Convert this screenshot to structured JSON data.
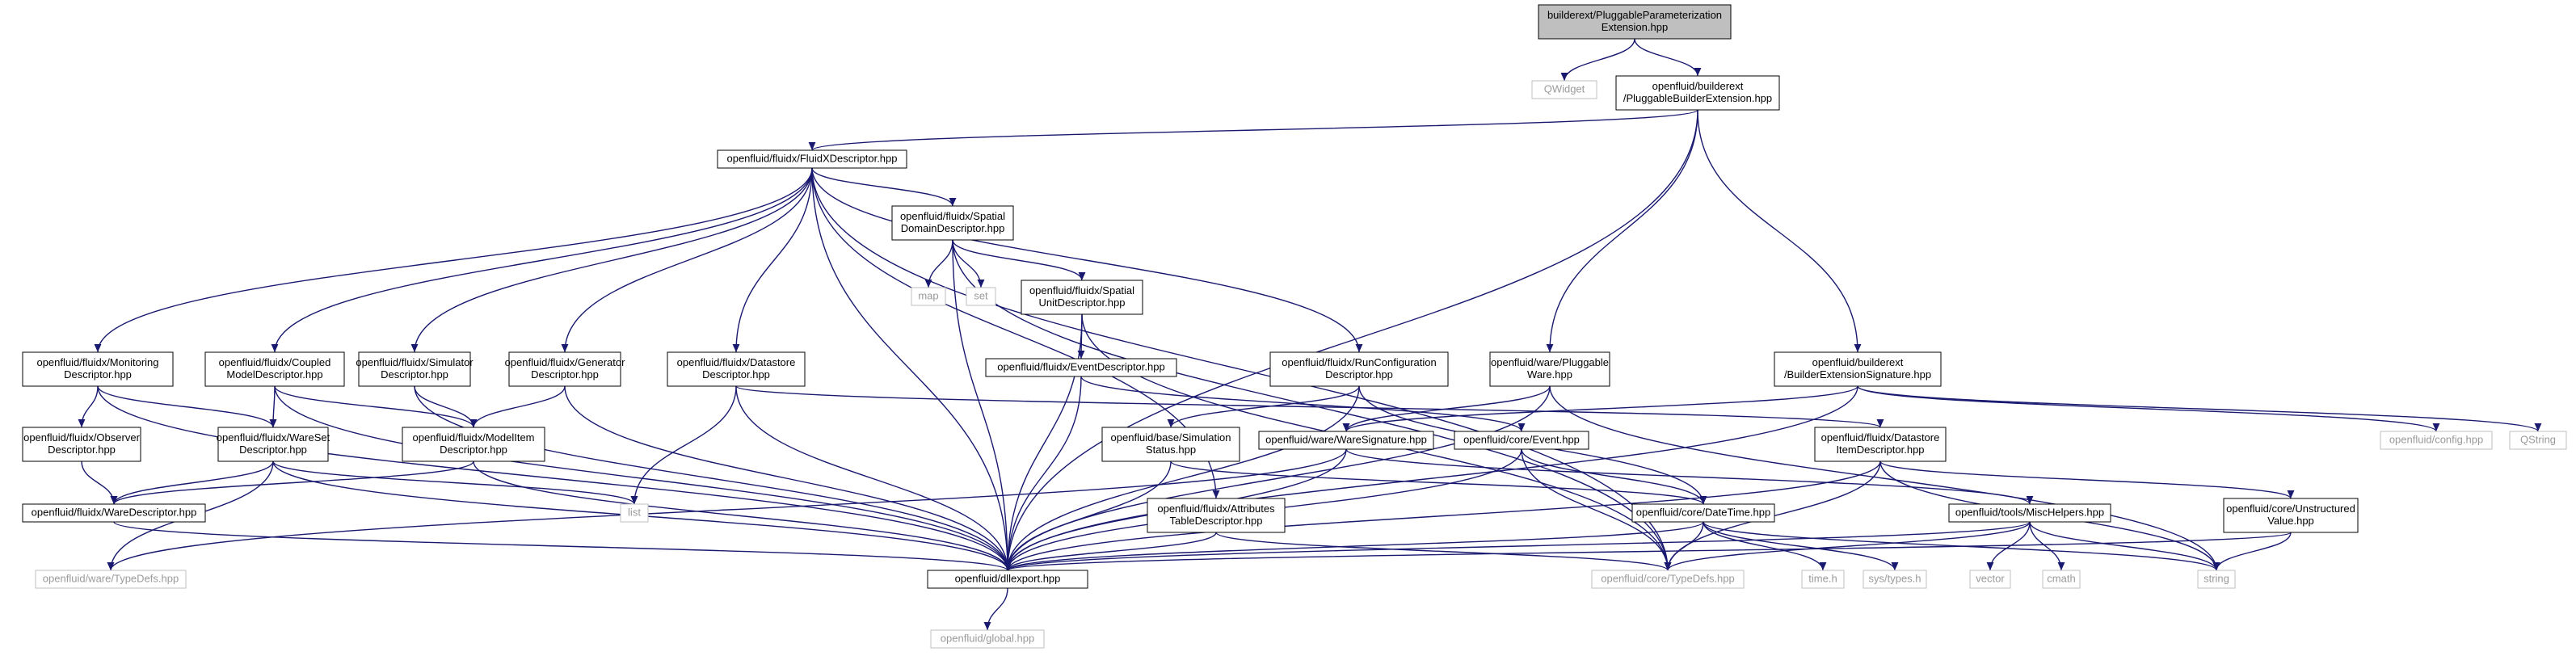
{
  "colors": {
    "edge": "#191970",
    "node_border": "#000000",
    "external_border": "#bfbfbf",
    "root_fill": "#bfbfbf",
    "background": "#ffffff"
  },
  "nodes": [
    {
      "id": "root",
      "kind": "root",
      "lines": [
        "builderext/PluggableParameterization",
        "Extension.hpp"
      ]
    },
    {
      "id": "qwidget",
      "kind": "external",
      "lines": [
        "QWidget"
      ]
    },
    {
      "id": "pbe",
      "kind": "header",
      "lines": [
        "openfluid/builderext",
        "/PluggableBuilderExtension.hpp"
      ]
    },
    {
      "id": "fxd",
      "kind": "header",
      "lines": [
        "openfluid/fluidx/FluidXDescriptor.hpp"
      ]
    },
    {
      "id": "sdd",
      "kind": "header",
      "lines": [
        "openfluid/fluidx/Spatial",
        "DomainDescriptor.hpp"
      ]
    },
    {
      "id": "map",
      "kind": "external",
      "lines": [
        "map"
      ]
    },
    {
      "id": "set",
      "kind": "external",
      "lines": [
        "set"
      ]
    },
    {
      "id": "sud",
      "kind": "header",
      "lines": [
        "openfluid/fluidx/Spatial",
        "UnitDescriptor.hpp"
      ]
    },
    {
      "id": "evd",
      "kind": "header",
      "lines": [
        "openfluid/fluidx/EventDescriptor.hpp"
      ]
    },
    {
      "id": "mond",
      "kind": "header",
      "lines": [
        "openfluid/fluidx/Monitoring",
        "Descriptor.hpp"
      ]
    },
    {
      "id": "cmd",
      "kind": "header",
      "lines": [
        "openfluid/fluidx/Coupled",
        "ModelDescriptor.hpp"
      ]
    },
    {
      "id": "simd",
      "kind": "header",
      "lines": [
        "openfluid/fluidx/Simulator",
        "Descriptor.hpp"
      ]
    },
    {
      "id": "gend",
      "kind": "header",
      "lines": [
        "openfluid/fluidx/Generator",
        "Descriptor.hpp"
      ]
    },
    {
      "id": "dsd",
      "kind": "header",
      "lines": [
        "openfluid/fluidx/Datastore",
        "Descriptor.hpp"
      ]
    },
    {
      "id": "rcd",
      "kind": "header",
      "lines": [
        "openfluid/fluidx/RunConfiguration",
        "Descriptor.hpp"
      ]
    },
    {
      "id": "pw",
      "kind": "header",
      "lines": [
        "openfluid/ware/Pluggable",
        "Ware.hpp"
      ]
    },
    {
      "id": "bes",
      "kind": "header",
      "lines": [
        "openfluid/builderext",
        "/BuilderExtensionSignature.hpp"
      ]
    },
    {
      "id": "config",
      "kind": "external",
      "lines": [
        "openfluid/config.hpp"
      ]
    },
    {
      "id": "qstring",
      "kind": "external",
      "lines": [
        "QString"
      ]
    },
    {
      "id": "obsd",
      "kind": "header",
      "lines": [
        "openfluid/fluidx/Observer",
        "Descriptor.hpp"
      ]
    },
    {
      "id": "wsd",
      "kind": "header",
      "lines": [
        "openfluid/fluidx/WareSet",
        "Descriptor.hpp"
      ]
    },
    {
      "id": "mid",
      "kind": "header",
      "lines": [
        "openfluid/fluidx/ModelItem",
        "Descriptor.hpp"
      ]
    },
    {
      "id": "sss",
      "kind": "header",
      "lines": [
        "openfluid/base/Simulation",
        "Status.hpp"
      ]
    },
    {
      "id": "wsig",
      "kind": "header",
      "lines": [
        "openfluid/ware/WareSignature.hpp"
      ]
    },
    {
      "id": "cevent",
      "kind": "header",
      "lines": [
        "openfluid/core/Event.hpp"
      ]
    },
    {
      "id": "dsid",
      "kind": "header",
      "lines": [
        "openfluid/fluidx/Datastore",
        "ItemDescriptor.hpp"
      ]
    },
    {
      "id": "wd",
      "kind": "header",
      "lines": [
        "openfluid/fluidx/WareDescriptor.hpp"
      ]
    },
    {
      "id": "list",
      "kind": "external",
      "lines": [
        "list"
      ]
    },
    {
      "id": "atd",
      "kind": "header",
      "lines": [
        "openfluid/fluidx/Attributes",
        "TableDescriptor.hpp"
      ]
    },
    {
      "id": "dt",
      "kind": "header",
      "lines": [
        "openfluid/core/DateTime.hpp"
      ]
    },
    {
      "id": "mh",
      "kind": "header",
      "lines": [
        "openfluid/tools/MiscHelpers.hpp"
      ]
    },
    {
      "id": "uv",
      "kind": "header",
      "lines": [
        "openfluid/core/Unstructured",
        "Value.hpp"
      ]
    },
    {
      "id": "wtd",
      "kind": "external",
      "lines": [
        "openfluid/ware/TypeDefs.hpp"
      ]
    },
    {
      "id": "dllexport",
      "kind": "header",
      "lines": [
        "openfluid/dllexport.hpp"
      ]
    },
    {
      "id": "ctd",
      "kind": "external",
      "lines": [
        "openfluid/core/TypeDefs.hpp"
      ]
    },
    {
      "id": "timeh",
      "kind": "external",
      "lines": [
        "time.h"
      ]
    },
    {
      "id": "systypes",
      "kind": "external",
      "lines": [
        "sys/types.h"
      ]
    },
    {
      "id": "vector",
      "kind": "external",
      "lines": [
        "vector"
      ]
    },
    {
      "id": "cmath",
      "kind": "external",
      "lines": [
        "cmath"
      ]
    },
    {
      "id": "string",
      "kind": "external",
      "lines": [
        "string"
      ]
    },
    {
      "id": "global",
      "kind": "external",
      "lines": [
        "openfluid/global.hpp"
      ]
    }
  ],
  "edges": [
    [
      "root",
      "qwidget"
    ],
    [
      "root",
      "pbe"
    ],
    [
      "pbe",
      "fxd"
    ],
    [
      "pbe",
      "pw"
    ],
    [
      "pbe",
      "bes"
    ],
    [
      "pbe",
      "dllexport"
    ],
    [
      "fxd",
      "sdd"
    ],
    [
      "fxd",
      "mond"
    ],
    [
      "fxd",
      "cmd"
    ],
    [
      "fxd",
      "simd"
    ],
    [
      "fxd",
      "gend"
    ],
    [
      "fxd",
      "dsd"
    ],
    [
      "fxd",
      "rcd"
    ],
    [
      "fxd",
      "atd"
    ],
    [
      "fxd",
      "dllexport"
    ],
    [
      "fxd",
      "ctd"
    ],
    [
      "sdd",
      "map"
    ],
    [
      "sdd",
      "set"
    ],
    [
      "sdd",
      "sud"
    ],
    [
      "sdd",
      "dllexport"
    ],
    [
      "sdd",
      "ctd"
    ],
    [
      "sud",
      "evd"
    ],
    [
      "sud",
      "dllexport"
    ],
    [
      "sud",
      "ctd"
    ],
    [
      "evd",
      "cevent"
    ],
    [
      "evd",
      "dllexport"
    ],
    [
      "mond",
      "obsd"
    ],
    [
      "mond",
      "wsd"
    ],
    [
      "mond",
      "dllexport"
    ],
    [
      "cmd",
      "wsd"
    ],
    [
      "cmd",
      "mid"
    ],
    [
      "cmd",
      "dllexport"
    ],
    [
      "simd",
      "mid"
    ],
    [
      "simd",
      "dllexport"
    ],
    [
      "gend",
      "mid"
    ],
    [
      "gend",
      "dllexport"
    ],
    [
      "dsd",
      "dsid"
    ],
    [
      "dsd",
      "list"
    ],
    [
      "dsd",
      "dllexport"
    ],
    [
      "rcd",
      "sss"
    ],
    [
      "rcd",
      "dllexport"
    ],
    [
      "rcd",
      "dt"
    ],
    [
      "pw",
      "wsig"
    ],
    [
      "pw",
      "dllexport"
    ],
    [
      "pw",
      "string"
    ],
    [
      "bes",
      "wsig"
    ],
    [
      "bes",
      "config"
    ],
    [
      "bes",
      "qstring"
    ],
    [
      "bes",
      "dllexport"
    ],
    [
      "obsd",
      "wd"
    ],
    [
      "wsd",
      "wd"
    ],
    [
      "wsd",
      "list"
    ],
    [
      "wsd",
      "dllexport"
    ],
    [
      "wsd",
      "wtd"
    ],
    [
      "mid",
      "wd"
    ],
    [
      "mid",
      "dllexport"
    ],
    [
      "sss",
      "dt"
    ],
    [
      "sss",
      "dllexport"
    ],
    [
      "wsig",
      "mh"
    ],
    [
      "wsig",
      "wtd"
    ],
    [
      "wsig",
      "dllexport"
    ],
    [
      "cevent",
      "dt"
    ],
    [
      "cevent",
      "dllexport"
    ],
    [
      "cevent",
      "ctd"
    ],
    [
      "dsid",
      "uv"
    ],
    [
      "dsid",
      "dllexport"
    ],
    [
      "dsid",
      "ctd"
    ],
    [
      "dsid",
      "string"
    ],
    [
      "wd",
      "dllexport"
    ],
    [
      "atd",
      "dllexport"
    ],
    [
      "atd",
      "ctd"
    ],
    [
      "dt",
      "timeh"
    ],
    [
      "dt",
      "systypes"
    ],
    [
      "dt",
      "dllexport"
    ],
    [
      "dt",
      "ctd"
    ],
    [
      "dt",
      "string"
    ],
    [
      "mh",
      "vector"
    ],
    [
      "mh",
      "cmath"
    ],
    [
      "mh",
      "string"
    ],
    [
      "mh",
      "dllexport"
    ],
    [
      "mh",
      "ctd"
    ],
    [
      "uv",
      "string"
    ],
    [
      "uv",
      "dllexport"
    ],
    [
      "dllexport",
      "global"
    ]
  ]
}
